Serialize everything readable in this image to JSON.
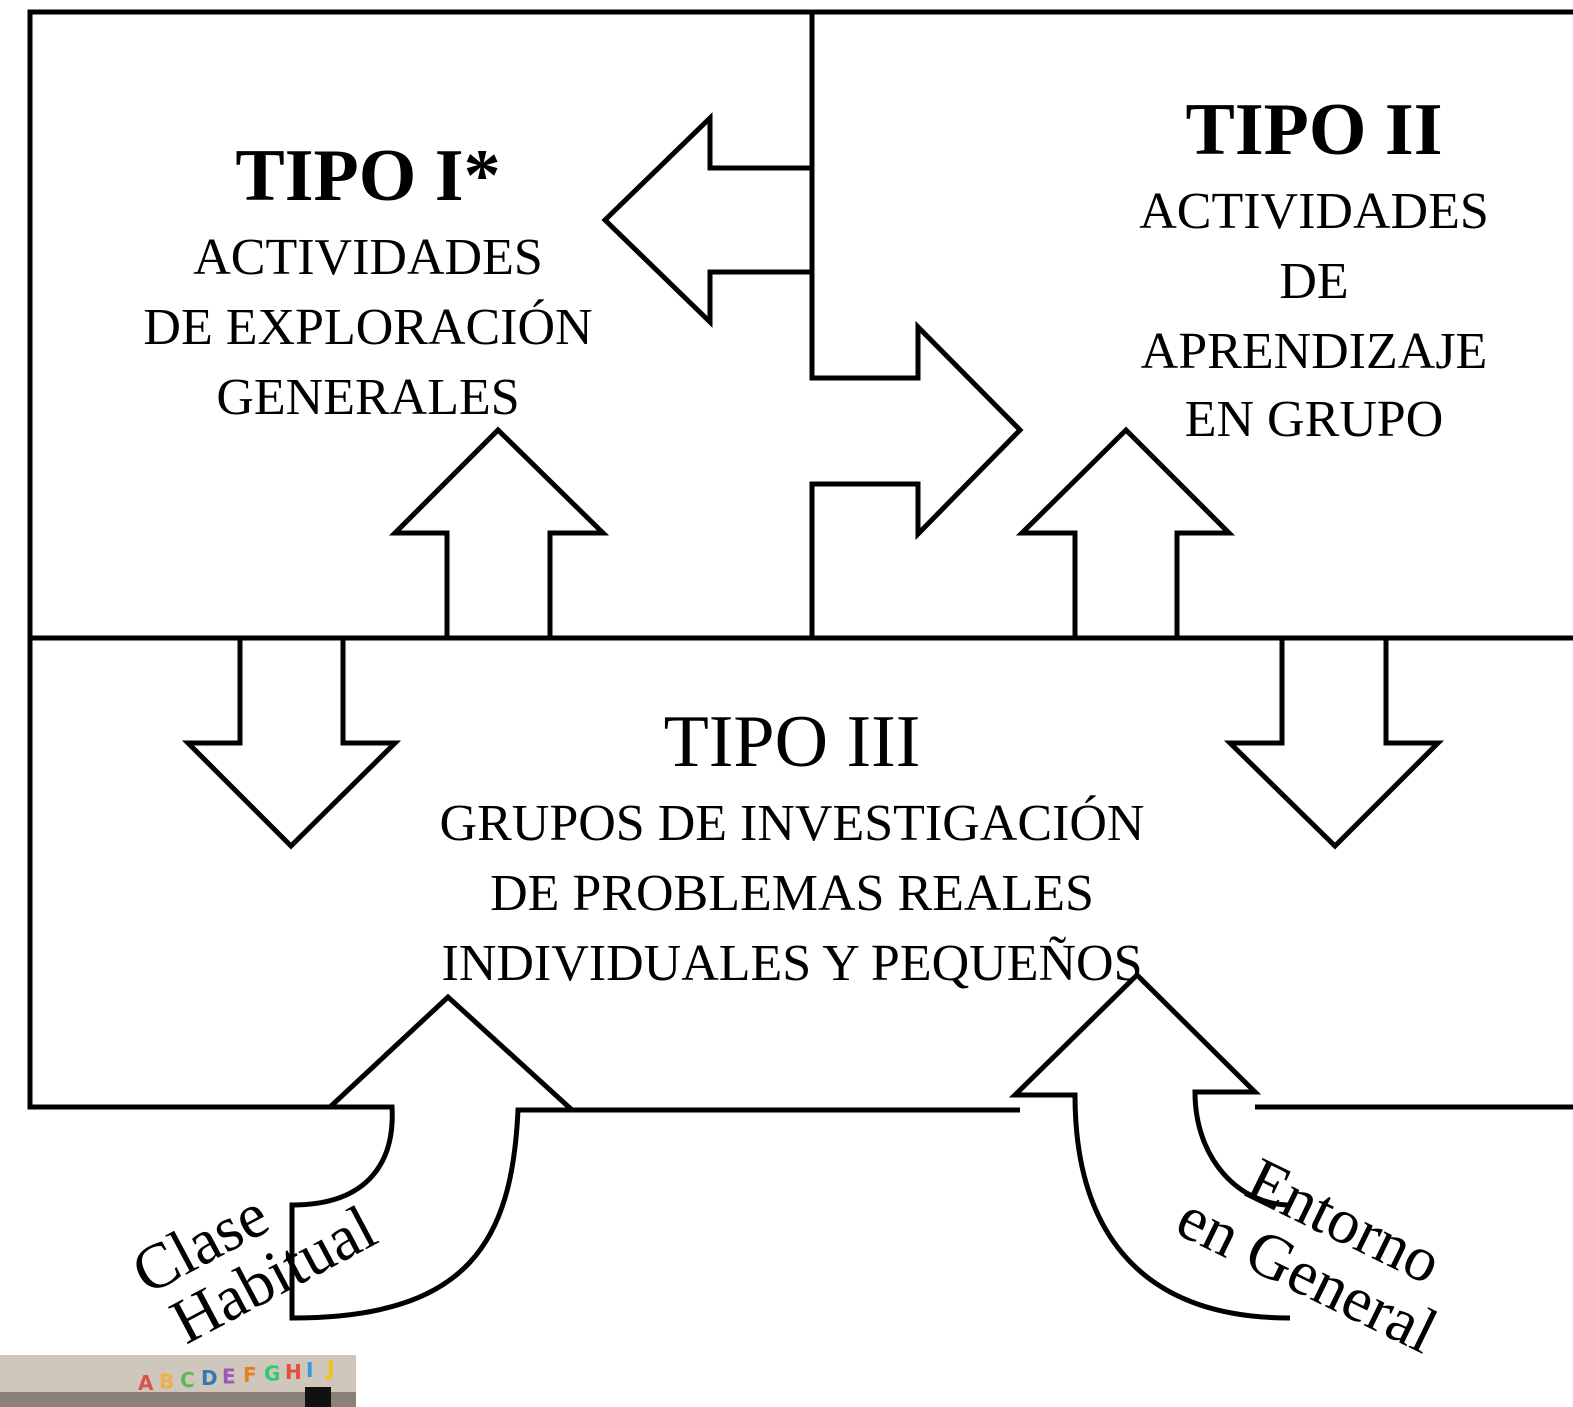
{
  "tipo1": {
    "title": "TIPO I*",
    "lines": [
      "ACTIVIDADES",
      "DE EXPLORACIÓN",
      "GENERALES"
    ]
  },
  "tipo2": {
    "title": "TIPO II",
    "lines": [
      "ACTIVIDADES",
      "DE",
      "APRENDIZAJE",
      "EN GRUPO"
    ]
  },
  "tipo3": {
    "title": "TIPO III",
    "lines": [
      "GRUPOS DE INVESTIGACIÓN",
      "DE PROBLEMAS REALES",
      "INDIVIDUALES Y PEQUEÑOS"
    ]
  },
  "sources": {
    "left": [
      "Clase",
      "Habitual"
    ],
    "right": [
      "Entorno",
      "en General"
    ]
  },
  "thumbnail": {
    "letters": "ABCDEFGHIJ",
    "colors": [
      "#d9534f",
      "#f0ad4e",
      "#5cb85c",
      "#337ab7",
      "#9b59b6",
      "#e67e22",
      "#2ecc71",
      "#e74c3c",
      "#3498db",
      "#f1c40f"
    ]
  }
}
